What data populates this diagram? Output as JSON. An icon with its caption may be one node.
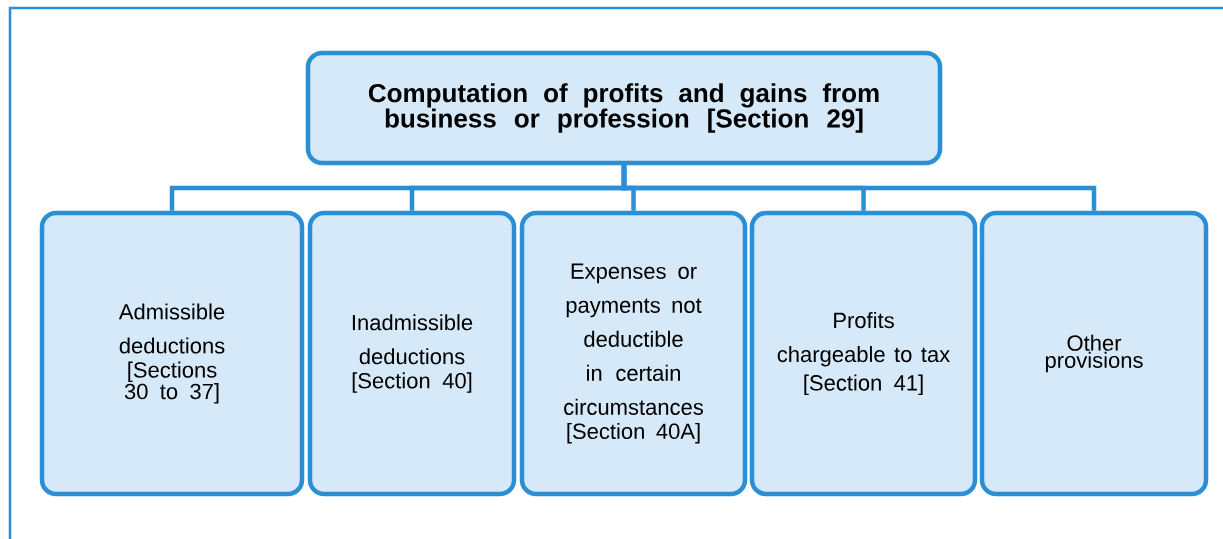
{
  "diagram": {
    "nodes": [
      {
        "text": [
          "Computation of profits and gains from business or profession [Section 29]"
        ]
      },
      {
        "text": [
          "Admissible deductions",
          "[Sections 30 to 37]"
        ]
      },
      {
        "text": [
          "Inadmissible deductions",
          "[Section 40]"
        ]
      },
      {
        "text": [
          "Expenses or payments not deductible in certain circumstances",
          "[Section 40A]"
        ]
      },
      {
        "text": [
          "Profits chargeable to tax",
          "[Section 41]"
        ]
      },
      {
        "text": [
          "Other provisions"
        ]
      }
    ],
    "edges": [
      {
        "from": 0,
        "to": 1,
        "arrow": "none"
      },
      {
        "from": 0,
        "to": 2,
        "arrow": "none"
      },
      {
        "from": 0,
        "to": 3,
        "arrow": "none"
      },
      {
        "from": 0,
        "to": 4,
        "arrow": "none"
      },
      {
        "from": 0,
        "to": 5,
        "arrow": "none"
      }
    ]
  }
}
